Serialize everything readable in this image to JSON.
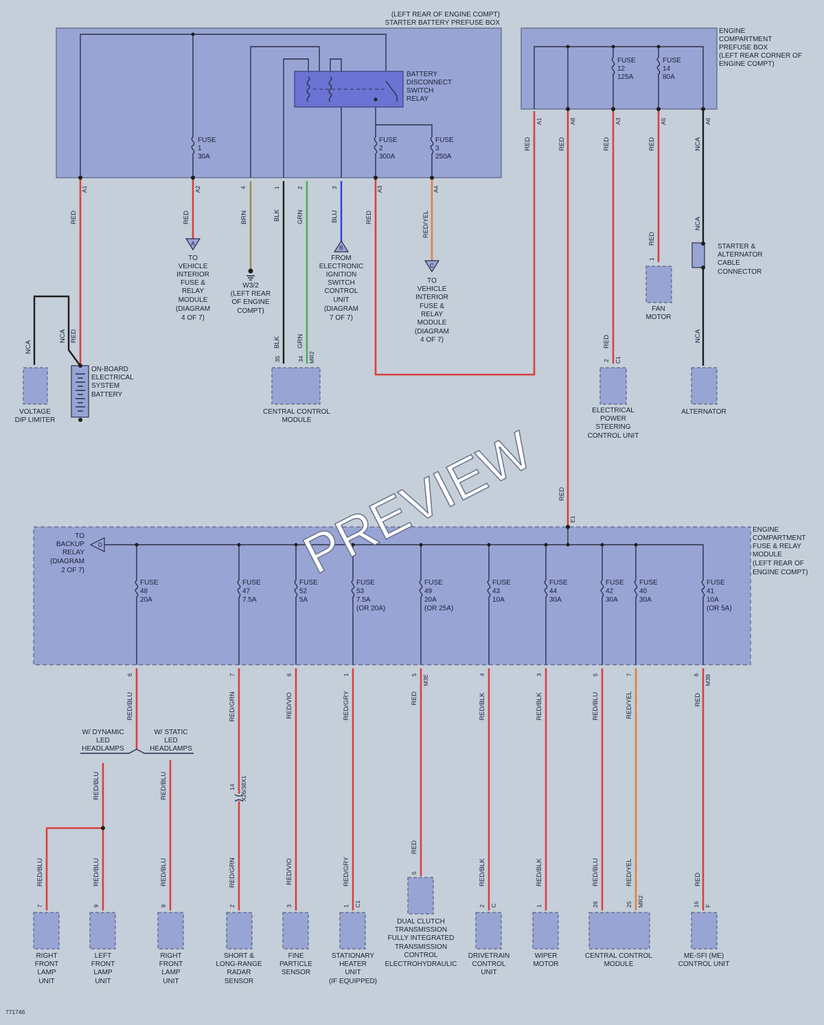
{
  "prefuse_box": {
    "line1": "(LEFT REAR OF ENGINE COMPT)",
    "line2": "STARTER BATTERY PREFUSE BOX"
  },
  "relay": {
    "lines": [
      "BATTERY",
      "DISCONNECT",
      "SWITCH",
      "RELAY"
    ]
  },
  "ec_prefuse": {
    "lines": [
      "ENGINE",
      "COMPARTMENT",
      "PREFUSE BOX",
      "(LEFT REAR CORNER OF",
      "ENGINE COMPT)"
    ]
  },
  "fuses_top": [
    {
      "label": "FUSE",
      "num": "1",
      "amp": "30A"
    },
    {
      "label": "FUSE",
      "num": "2",
      "amp": "300A"
    },
    {
      "label": "FUSE",
      "num": "3",
      "amp": "250A"
    },
    {
      "label": "FUSE",
      "num": "12",
      "amp": "125A"
    },
    {
      "label": "FUSE",
      "num": "14",
      "amp": "80A"
    }
  ],
  "pins_top": [
    "A1",
    "A2",
    "4",
    "1",
    "2",
    "3",
    "A3",
    "A4",
    "A1",
    "A8",
    "A3",
    "A5",
    "A6"
  ],
  "wires_top": [
    "RED",
    "RED",
    "BRN",
    "BLK",
    "GRN",
    "BLU",
    "RED",
    "RED/YEL",
    "RED",
    "RED",
    "RED",
    "RED",
    "NCA",
    "NCA",
    "NCA",
    "NCA",
    "NCA",
    "RED",
    "BLK",
    "GRN",
    "RED",
    "RED",
    "RED"
  ],
  "refs": {
    "a": {
      "letter": "A",
      "lines": [
        "TO",
        "VEHICLE",
        "INTERIOR",
        "FUSE &",
        "RELAY",
        "MODULE",
        "(DIAGRAM",
        "4 OF 7)"
      ]
    },
    "w32": {
      "lines": [
        "W3/2",
        "(LEFT REAR",
        "OF ENGINE",
        "COMPT)"
      ]
    },
    "b": {
      "letter": "B",
      "lines": [
        "FROM",
        "ELECTRONIC",
        "IGNITION",
        "SWITCH",
        "CONTROL",
        "UNIT",
        "(DIAGRAM",
        "7 OF 7)"
      ]
    },
    "c": {
      "letter": "C",
      "lines": [
        "TO",
        "VEHICLE",
        "INTERIOR",
        "FUSE &",
        "RELAY",
        "MODULE",
        "(DIAGRAM",
        "4 OF 7)"
      ]
    },
    "d": {
      "letter": "D",
      "lines": [
        "TO",
        "BACKUP",
        "RELAY",
        "(DIAGRAM",
        "2 OF 7)"
      ]
    }
  },
  "comps_top": {
    "voltage": [
      "VOLTAGE",
      "DIP LIMITER"
    ],
    "battery": [
      "ON-BOARD",
      "ELECTRICAL",
      "SYSTEM",
      "BATTERY"
    ],
    "ccm": [
      "CENTRAL CONTROL",
      "MODULE"
    ],
    "eps": [
      "ELECTRICAL",
      "POWER",
      "STEERING",
      "CONTROL UNIT"
    ],
    "fan": [
      "FAN",
      "MOTOR"
    ],
    "starter": [
      "STARTER &",
      "ALTERNATOR",
      "CABLE",
      "CONNECTOR"
    ],
    "alt": [
      "ALTERNATOR"
    ]
  },
  "pins_mid": [
    "35",
    "34",
    "MR2",
    "2",
    "C1",
    "1",
    "E1"
  ],
  "fuse_module": {
    "lines": [
      "ENGINE",
      "COMPARTMENT",
      "FUSE & RELAY",
      "MODULE",
      "(LEFT REAR OF",
      "ENGINE COMPT)"
    ]
  },
  "fuses_bottom": [
    {
      "label": "FUSE",
      "num": "48",
      "amp": "20A",
      "extra": ""
    },
    {
      "label": "FUSE",
      "num": "47",
      "amp": "7.5A",
      "extra": ""
    },
    {
      "label": "FUSE",
      "num": "52",
      "amp": "5A",
      "extra": ""
    },
    {
      "label": "FUSE",
      "num": "53",
      "amp": "7.5A",
      "extra": "(OR 20A)"
    },
    {
      "label": "FUSE",
      "num": "49",
      "amp": "20A",
      "extra": "(OR 25A)"
    },
    {
      "label": "FUSE",
      "num": "43",
      "amp": "10A",
      "extra": ""
    },
    {
      "label": "FUSE",
      "num": "44",
      "amp": "30A",
      "extra": ""
    },
    {
      "label": "FUSE",
      "num": "42",
      "amp": "30A",
      "extra": ""
    },
    {
      "label": "FUSE",
      "num": "40",
      "amp": "30A",
      "extra": ""
    },
    {
      "label": "FUSE",
      "num": "41",
      "amp": "10A",
      "extra": "(OR 5A)"
    }
  ],
  "pins_bottom_top": [
    "6",
    "7",
    "6",
    "1",
    "5",
    "M3E",
    "4",
    "3",
    "5",
    "7",
    "6",
    "M3B"
  ],
  "wires_bottom": [
    "RED/BLU",
    "RED/GRN",
    "RED/VIO",
    "RED/GRY",
    "RED",
    "RED/BLK",
    "RED/BLK",
    "RED/BLU",
    "RED/YEL",
    "RED"
  ],
  "headlamp_opts": {
    "dynamic": [
      "W/ DYNAMIC",
      "LED",
      "HEADLAMPS"
    ],
    "static": [
      "W/ STATIC",
      "LED",
      "HEADLAMPS"
    ]
  },
  "split_wires": [
    "RED/BLU",
    "RED/BLU",
    "RED/BLU",
    "RED/BLU",
    "RED/BLU"
  ],
  "inline_conn": {
    "pin": "14",
    "name": "X26/38X1"
  },
  "wires_bottom_lower": [
    "RED/GRN",
    "RED/VIO",
    "RED/GRY",
    "RED",
    "RED/BLK",
    "RED/BLK",
    "RED/BLU",
    "RED/YEL",
    "RED"
  ],
  "pins_bottom_end": [
    "7",
    "9",
    "9",
    "2",
    "3",
    "1",
    "C1",
    "5",
    "2",
    "C",
    "1",
    "26",
    "25",
    "MR2",
    "16",
    "F"
  ],
  "comps_bottom": {
    "rflu1": [
      "RIGHT",
      "FRONT",
      "LAMP",
      "UNIT"
    ],
    "lflu": [
      "LEFT",
      "FRONT",
      "LAMP",
      "UNIT"
    ],
    "rflu2": [
      "RIGHT",
      "FRONT",
      "LAMP",
      "UNIT"
    ],
    "radar": [
      "SHORT &",
      "LONG-RANGE",
      "RADAR",
      "SENSOR"
    ],
    "fps": [
      "FINE",
      "PARTICLE",
      "SENSOR"
    ],
    "heater": [
      "STATIONARY",
      "HEATER",
      "UNIT",
      "(IF EQUIPPED)"
    ],
    "dct": [
      "DUAL CLUTCH",
      "TRANSMISSION",
      "FULLY INTEGRATED",
      "TRANSMISSION",
      "CONTROL",
      "ELECTROHYDRAULIC"
    ],
    "dtcu": [
      "DRIVETRAIN",
      "CONTROL",
      "UNIT"
    ],
    "wiper": [
      "WIPER",
      "MOTOR"
    ],
    "ccm2": [
      "CENTRAL CONTROL",
      "MODULE"
    ],
    "mesfi": [
      "ME-SFI (ME)",
      "CONTROL UNIT"
    ]
  },
  "figure_id": "771746",
  "watermark": "PREVIEW"
}
